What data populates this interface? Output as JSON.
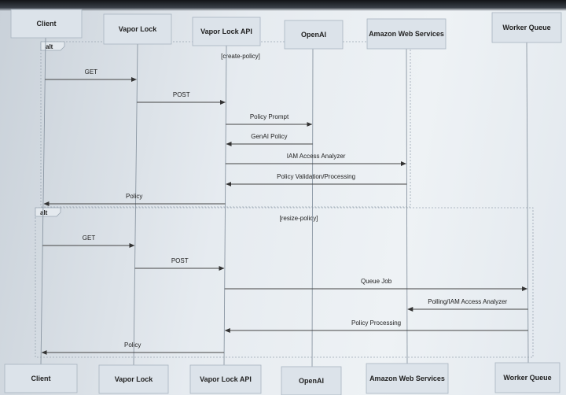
{
  "participants": [
    "Client",
    "Vapor Lock",
    "Vapor Lock API",
    "OpenAI",
    "Amazon Web Services",
    "Worker Queue"
  ],
  "fragments": [
    {
      "operator": "alt",
      "condition": "[create-policy]",
      "messages": [
        {
          "label": "GET",
          "from": 0,
          "to": 1
        },
        {
          "label": "POST",
          "from": 1,
          "to": 2
        },
        {
          "label": "Policy Prompt",
          "from": 2,
          "to": 3
        },
        {
          "label": "GenAI Policy",
          "from": 3,
          "to": 2
        },
        {
          "label": "IAM Access Analyzer",
          "from": 2,
          "to": 4
        },
        {
          "label": "Policy Validation/Processing",
          "from": 4,
          "to": 2
        },
        {
          "label": "Policy",
          "from": 2,
          "to": 0
        }
      ]
    },
    {
      "operator": "alt",
      "condition": "[resize-policy]",
      "messages": [
        {
          "label": "GET",
          "from": 0,
          "to": 1
        },
        {
          "label": "POST",
          "from": 1,
          "to": 2
        },
        {
          "label": "Queue Job",
          "from": 2,
          "to": 5
        },
        {
          "label": "Polling/IAM Access Analyzer",
          "from": 5,
          "to": 4
        },
        {
          "label": "Policy Processing",
          "from": 5,
          "to": 2
        },
        {
          "label": "Policy",
          "from": 2,
          "to": 0
        }
      ]
    }
  ],
  "colors": {
    "box_fill": "#dce3ea",
    "box_stroke": "#a8b4c0",
    "line": "#444",
    "frame": "#9aa6b2"
  }
}
